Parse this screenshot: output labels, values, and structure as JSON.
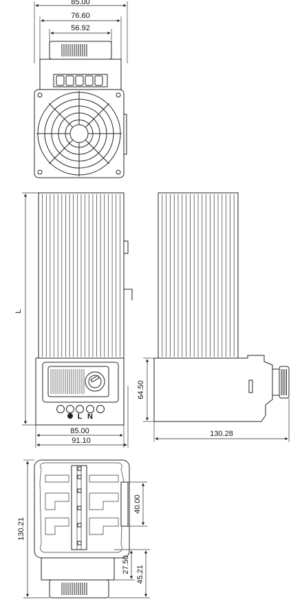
{
  "drawing": {
    "top_view": {
      "dim_overall_width": "85.00",
      "dim_inner_width": "76.60",
      "dim_fan_width": "56.92"
    },
    "front_view": {
      "dim_length": "L",
      "dim_base_width": "85.00",
      "dim_total_width": "91.10",
      "terminal_l": "L",
      "terminal_n": "N"
    },
    "side_view": {
      "dim_box_height": "64.50",
      "dim_depth": "130.28"
    },
    "bottom_view": {
      "dim_height": "130.21",
      "dim_clip": "40.00",
      "dim_short": "27.50",
      "dim_long": "45.21"
    }
  }
}
